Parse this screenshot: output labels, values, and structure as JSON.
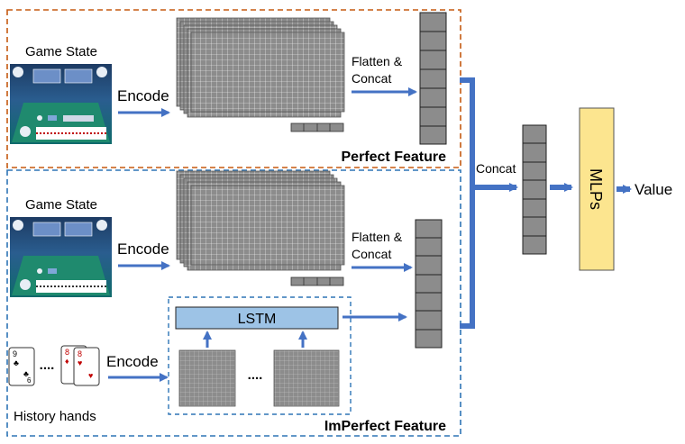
{
  "perfect": {
    "game_state_label": "Game State",
    "encode_label": "Encode",
    "flatten_label_line1": "Flatten &",
    "flatten_label_line2": "Concat",
    "feature_label": "Perfect Feature"
  },
  "imperfect": {
    "game_state_label": "Game State",
    "encode_label": "Encode",
    "flatten_label_line1": "Flatten &",
    "flatten_label_line2": "Concat",
    "lstm_label": "LSTM",
    "dots_label": "....",
    "history_encode_label": "Encode",
    "history_label": "History hands",
    "cards_dots": "....",
    "feature_label": "ImPerfect Feature"
  },
  "concat_label": "Concat",
  "mlps_label": "MLPs",
  "value_label": "Value",
  "cards": {
    "left_rank": "9",
    "left_rank_bottom": "6",
    "right_rank": "8",
    "right_rank_back": "8"
  },
  "colors": {
    "arrow": "#4472c4",
    "perfect_border": "#c55a11",
    "imperfect_border": "#2e75b6",
    "lstm_fill": "#9dc3e6",
    "mlps_fill": "#fce58f",
    "cell_fill": "#808080"
  }
}
